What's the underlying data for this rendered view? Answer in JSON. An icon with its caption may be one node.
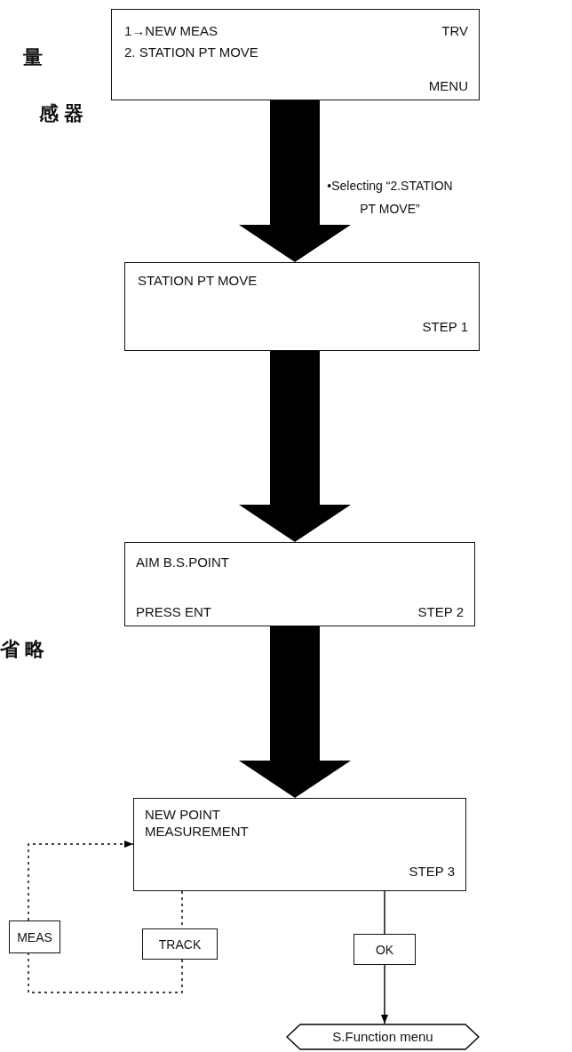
{
  "diagram": {
    "nodes": [
      {
        "text": [
          "1→NEW MEAS",
          "2. STATION PT MOVE",
          "TRV",
          "MENU"
        ]
      },
      {
        "text": [
          "STATION PT MOVE",
          "STEP 1"
        ]
      },
      {
        "text": [
          "AIM B.S.POINT",
          "PRESS ENT",
          "STEP 2"
        ]
      },
      {
        "text": [
          "NEW POINT MEASUREMENT",
          "STEP 3"
        ]
      },
      {
        "text": [
          "MEAS"
        ]
      },
      {
        "text": [
          "TRACK"
        ]
      },
      {
        "text": [
          "OK"
        ]
      },
      {
        "text": [
          "S.Function menu"
        ]
      }
    ],
    "edges": [
      {
        "from": 0,
        "to": 1,
        "arrow": "to",
        "style": "thick",
        "label": "•Selecting “2.STATION PT MOVE”"
      },
      {
        "from": 1,
        "to": 2,
        "arrow": "to",
        "style": "thick"
      },
      {
        "from": 2,
        "to": 3,
        "arrow": "to",
        "style": "thick"
      },
      {
        "from": 3,
        "to": 5,
        "arrow": "none",
        "style": "dashed"
      },
      {
        "from": 5,
        "to": 4,
        "arrow": "none",
        "style": "dashed"
      },
      {
        "from": 4,
        "to": 3,
        "arrow": "to",
        "style": "dashed"
      },
      {
        "from": 3,
        "to": 6,
        "arrow": "none"
      },
      {
        "from": 6,
        "to": 7,
        "arrow": "to"
      }
    ],
    "labels": [
      "量",
      "感器",
      "省略"
    ]
  }
}
